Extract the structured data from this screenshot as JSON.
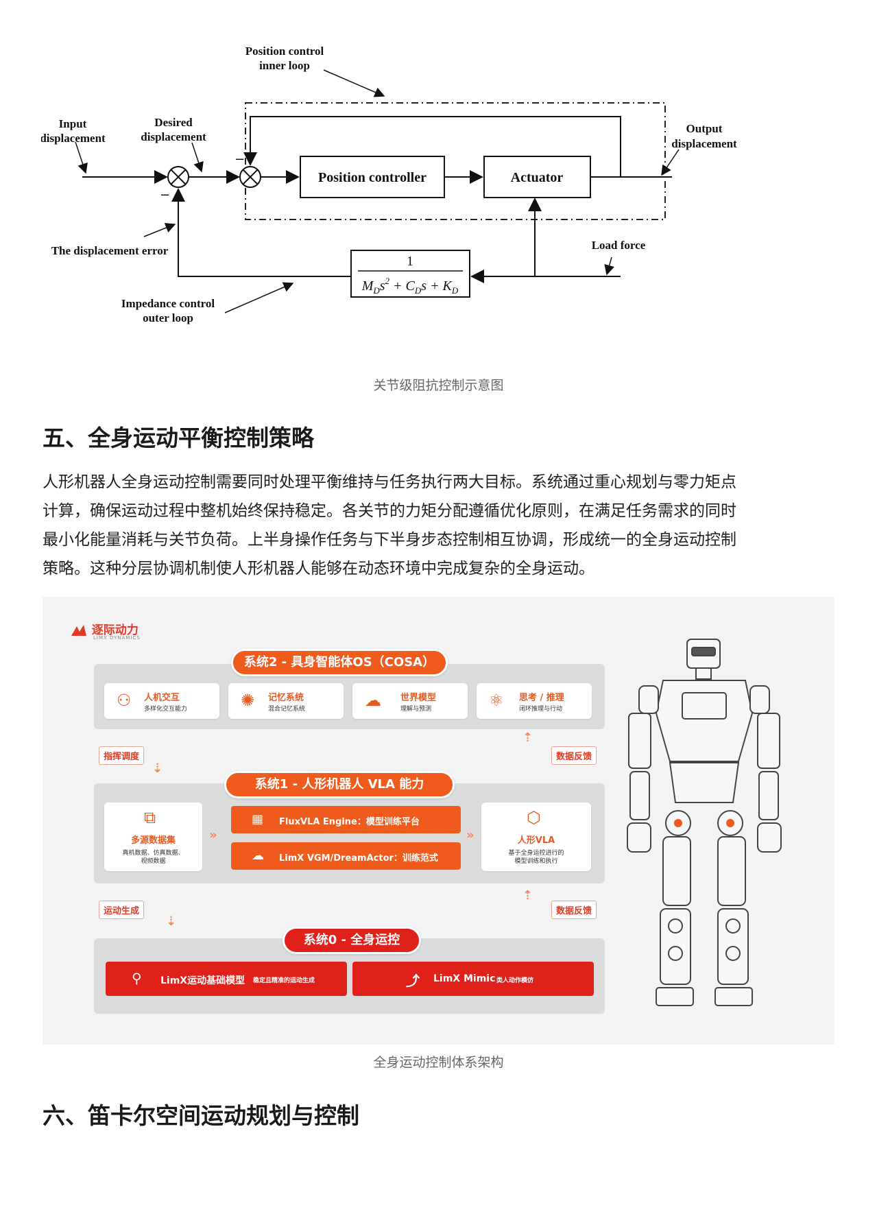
{
  "diagram": {
    "inner_loop_label": [
      "Position control",
      "inner loop"
    ],
    "input_label": [
      "Input",
      "displacement"
    ],
    "desired_label": [
      "Desired",
      "displacement"
    ],
    "output_label": [
      "Output",
      "displacement"
    ],
    "position_controller": "Position controller",
    "actuator": "Actuator",
    "error_label": "The displacement error",
    "load_force": "Load force",
    "outer_loop_label": [
      "Impedance control",
      "outer loop"
    ],
    "tf_numerator": "1",
    "minus_sign": "−",
    "caption": "关节级阻抗控制示意图"
  },
  "section5": {
    "heading": "五、全身运动平衡控制策略",
    "paragraph_lines": [
      "人形机器人全身运动控制需要同时处理平衡维持与任务执行两大目标。系统通过重心规划与零力矩点",
      "计算，确保运动过程中整机始终保持稳定。各关节的力矩分配遵循优化原则，在满足任务需求的同时",
      "最小化能量消耗与关节负荷。上半身操作任务与下半身步态控制相互协调，形成统一的全身运动控制",
      "策略。这种分层协调机制使人形机器人能够在动态环境中完成复杂的全身运动。"
    ]
  },
  "figure": {
    "brand": "逐际动力",
    "brand_sub": "LIMX DYNAMICS",
    "system2": {
      "title": "系统2 - 具身智能体OS（COSA）",
      "cards": [
        {
          "title": "人机交互",
          "sub": "多样化交互能力",
          "icon": "people-icon"
        },
        {
          "title": "记忆系统",
          "sub": "混合记忆系统",
          "icon": "brain-icon"
        },
        {
          "title": "世界模型",
          "sub": "理解与预测",
          "icon": "cloud-icon"
        },
        {
          "title": "思考 / 推理",
          "sub": "闭环推理与行动",
          "icon": "atom-icon"
        }
      ]
    },
    "tag_command": "指挥调度",
    "tag_feedback1": "数据反馈",
    "system1": {
      "title": "系统1 - 人形机器人 VLA 能力",
      "left_title": "多源数据集",
      "left_sub": [
        "真机数据、仿真数据、",
        "视频数据"
      ],
      "bar1": "FluxVLA Engine：模型训练平台",
      "bar2": "LimX VGM/DreamActor：训练范式",
      "right_title": "人形VLA",
      "right_sub": [
        "基于全身运控进行的",
        "模型训练和执行"
      ]
    },
    "tag_motion": "运动生成",
    "tag_feedback2": "数据反馈",
    "system0": {
      "title": "系统0 - 全身运控",
      "bar1_title": "LimX运动基础模型",
      "bar1_sub": "稳定且精准的运动生成",
      "bar2_title": "LimX Mimic",
      "bar2_sub": "类人动作模仿"
    },
    "caption": "全身运动控制体系架构",
    "colors": {
      "orange": "#ef5a1d",
      "red": "#e0201a",
      "panel": "#dcdcdc"
    }
  },
  "section6": {
    "heading": "六、笛卡尔空间运动规划与控制"
  }
}
